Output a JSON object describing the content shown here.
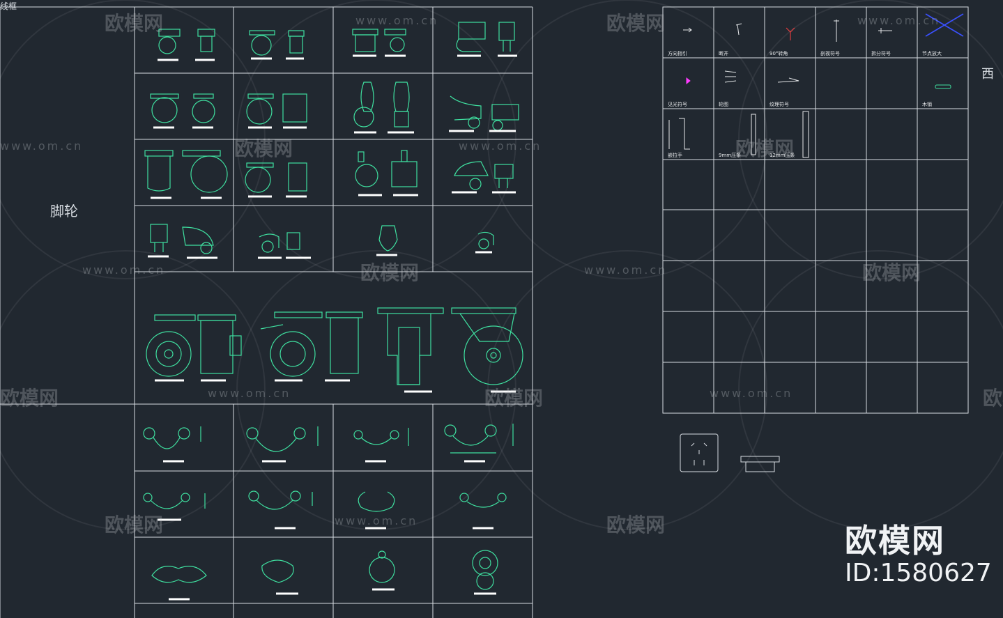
{
  "view_label": "线框",
  "caster_label": "脚轮",
  "side_label": "西",
  "watermark": {
    "brand": "欧模网",
    "id_text": "ID:1580627",
    "url": "www.om.cn"
  },
  "symbol_legend": {
    "row1": [
      "方向指引",
      "断开",
      "90°转角",
      "剖视符号",
      "拆分符号",
      "节点放大"
    ],
    "row2": [
      "见光符号",
      "轮图",
      "纹理符号",
      "",
      "",
      "木销"
    ],
    "row3": [
      "嵌拉手",
      "9mm压条",
      "12mm压条"
    ]
  },
  "colors": {
    "background": "#212830",
    "grid_lines": "#d8dde2",
    "drawing": "#3fe0a0",
    "accent_blue": "#3a50ff",
    "accent_magenta": "#ff3cff"
  }
}
